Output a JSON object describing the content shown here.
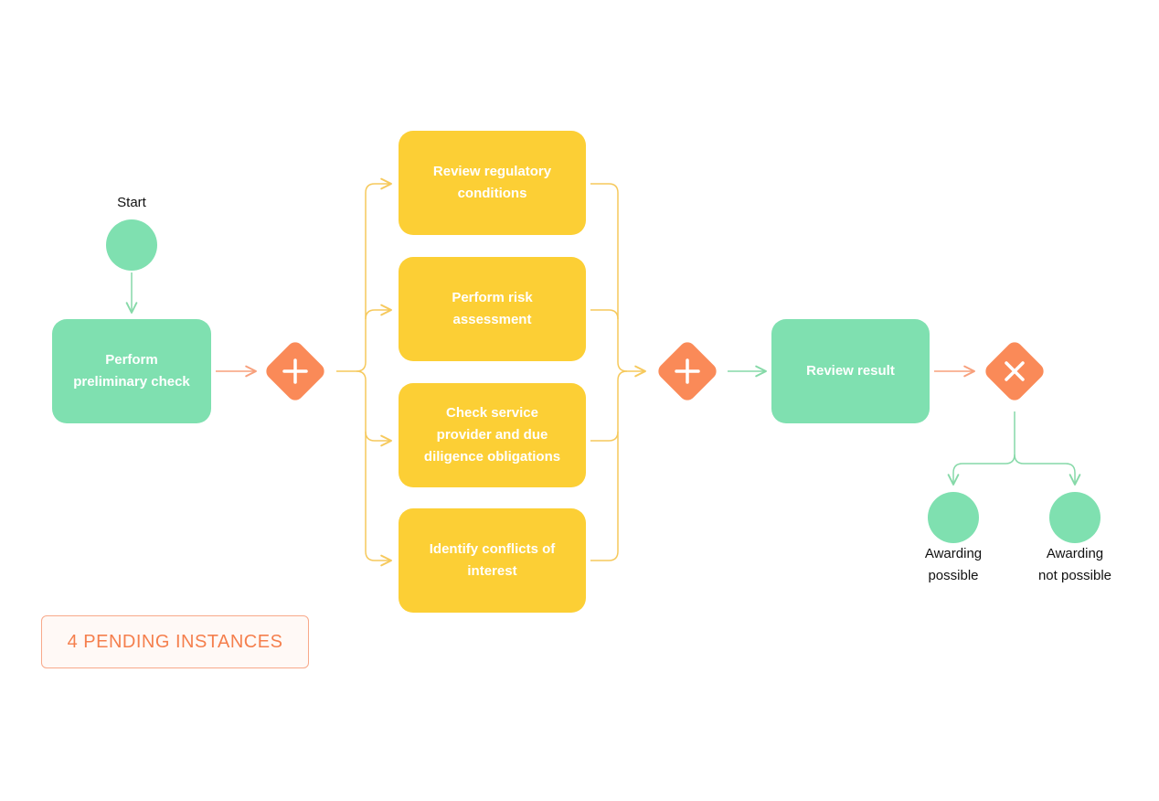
{
  "colors": {
    "green": "#7fe0b0",
    "green_line": "#86d9a8",
    "yellow": "#fccf35",
    "yellow_line": "#f6c95c",
    "orange": "#fa8a58",
    "orange_line": "#f7a07c",
    "text": "#111111"
  },
  "nodes": {
    "start_event": {
      "label": "Start"
    },
    "preliminary_check": {
      "line1": "Perform",
      "line2": "preliminary check"
    },
    "review_regulatory": {
      "line1": "Review regulatory",
      "line2": "conditions"
    },
    "risk_assessment": {
      "line1": "Perform risk",
      "line2": "assessment"
    },
    "service_provider": {
      "line1": "Check service",
      "line2": "provider and due",
      "line3": "diligence obligations"
    },
    "conflicts_of_interest": {
      "line1": "Identify conflicts of",
      "line2": "interest"
    },
    "review_result": {
      "label": "Review result"
    },
    "end_possible": {
      "line1": "Awarding",
      "line2": "possible"
    },
    "end_not_possible": {
      "line1": "Awarding",
      "line2": "not possible"
    }
  },
  "gateways": {
    "parallel_split": {
      "type": "parallel",
      "icon": "plus-icon"
    },
    "parallel_join": {
      "type": "parallel",
      "icon": "plus-icon"
    },
    "exclusive_decision": {
      "type": "exclusive",
      "icon": "cross-icon"
    }
  },
  "badge": {
    "label": "4 PENDING INSTANCES"
  }
}
